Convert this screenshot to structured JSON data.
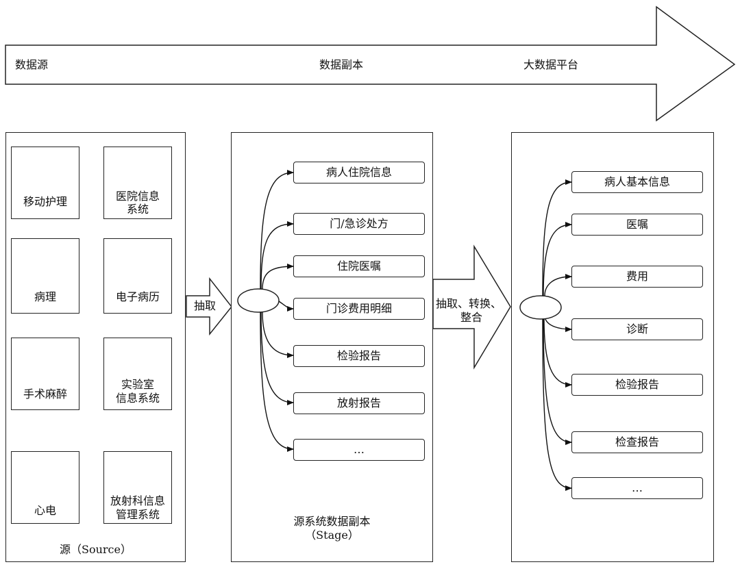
{
  "banner": {
    "source_label": "数据源",
    "copy_label": "数据副本",
    "platform_label": "大数据平台"
  },
  "sources": {
    "caption": "源（Source）",
    "boxes": [
      {
        "line1": "移动护理",
        "line2": ""
      },
      {
        "line1": "医院信息",
        "line2": "系统"
      },
      {
        "line1": "病理",
        "line2": ""
      },
      {
        "line1": "电子病历",
        "line2": ""
      },
      {
        "line1": "手术麻醉",
        "line2": ""
      },
      {
        "line1": "实验室",
        "line2": "信息系统"
      },
      {
        "line1": "心电",
        "line2": ""
      },
      {
        "line1": "放射科信息",
        "line2": "管理系统"
      }
    ]
  },
  "extract_arrow": {
    "label": "抽取"
  },
  "stage": {
    "caption_line1": "源系统数据副本",
    "caption_line2": "（Stage）",
    "items": [
      "病人住院信息",
      "门/急诊处方",
      "住院医嘱",
      "门诊费用明细",
      "检验报告",
      "放射报告",
      "…"
    ]
  },
  "etl_arrow": {
    "label_line1": "抽取、转换、",
    "label_line2": "整合"
  },
  "platform": {
    "items": [
      "病人基本信息",
      "医嘱",
      "费用",
      "诊断",
      "检验报告",
      "检查报告",
      "…"
    ]
  }
}
